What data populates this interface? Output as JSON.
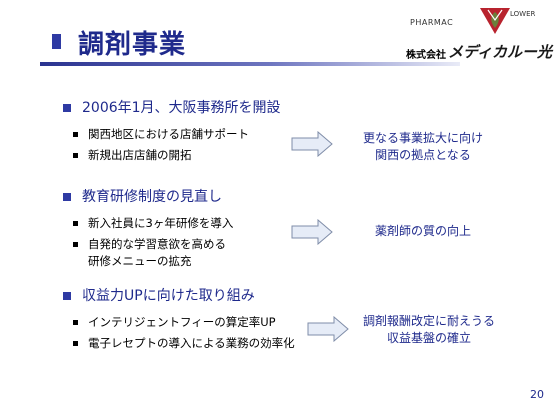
{
  "slide": {
    "title": "調剤事業",
    "page_number": "20"
  },
  "logo": {
    "pharmac": "PHARMAC",
    "flower": "LOWER",
    "company": "株式会社",
    "brand": "メディカルー光"
  },
  "sections": [
    {
      "heading": "2006年1月、大阪事務所を開設",
      "items": [
        "関西地区における店舗サポート",
        "新規出店店舗の開拓"
      ],
      "result_lines": [
        "更なる事業拡大に向け",
        "関西の拠点となる"
      ]
    },
    {
      "heading": "教育研修制度の見直し",
      "items": [
        "新入社員に3ヶ年研修を導入",
        "自発的な学習意欲を高める",
        "研修メニューの拡充"
      ],
      "result_lines": [
        "薬剤師の質の向上"
      ]
    },
    {
      "heading": "収益力UPに向けた取り組み",
      "items": [
        "インテリジェントフィーの算定率UP",
        "電子レセプトの導入による業務の効率化"
      ],
      "result_lines": [
        "調剤報酬改定に耐えうる",
        "収益基盤の確立"
      ]
    }
  ],
  "colors": {
    "accent": "#1f2a8c",
    "bullet": "#2e3aa3",
    "arrow_fill": "#e6ecf7",
    "arrow_stroke": "#7f8da8"
  }
}
